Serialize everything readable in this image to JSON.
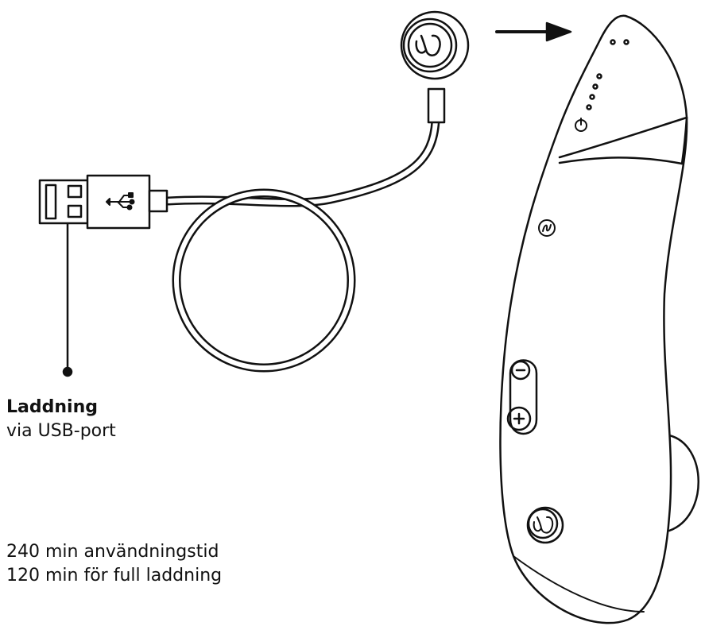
{
  "charging": {
    "title": "Laddning",
    "subtitle": "via USB-port"
  },
  "specs": {
    "runtime": "240 min användningstid",
    "charge_time": "120 min för full laddning"
  },
  "icons": {
    "usb": "usb-icon",
    "brand": "w-logo-icon",
    "power": "power-icon",
    "mode": "mode-icon",
    "minus": "minus-icon",
    "plus": "plus-icon",
    "arrow": "arrow-right-icon"
  },
  "colors": {
    "ink": "#111111",
    "background": "#ffffff"
  }
}
